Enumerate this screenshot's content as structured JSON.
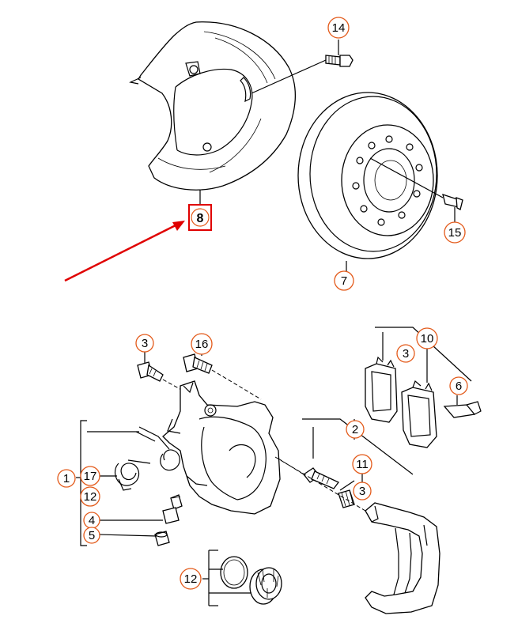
{
  "callouts": {
    "c14": "14",
    "c8": "8",
    "c15": "15",
    "c7": "7",
    "c3a": "3",
    "c16": "16",
    "c10": "10",
    "c3b": "3",
    "c6": "6",
    "c2": "2",
    "c11": "11",
    "c3c": "3",
    "c1": "1",
    "c17": "17",
    "c12a": "12",
    "c4": "4",
    "c5": "5",
    "c12b": "12"
  },
  "colors": {
    "callout_ring": "#e35a1a",
    "highlight_box": "#e00000",
    "arrow": "#e00000",
    "line": "#000000"
  }
}
